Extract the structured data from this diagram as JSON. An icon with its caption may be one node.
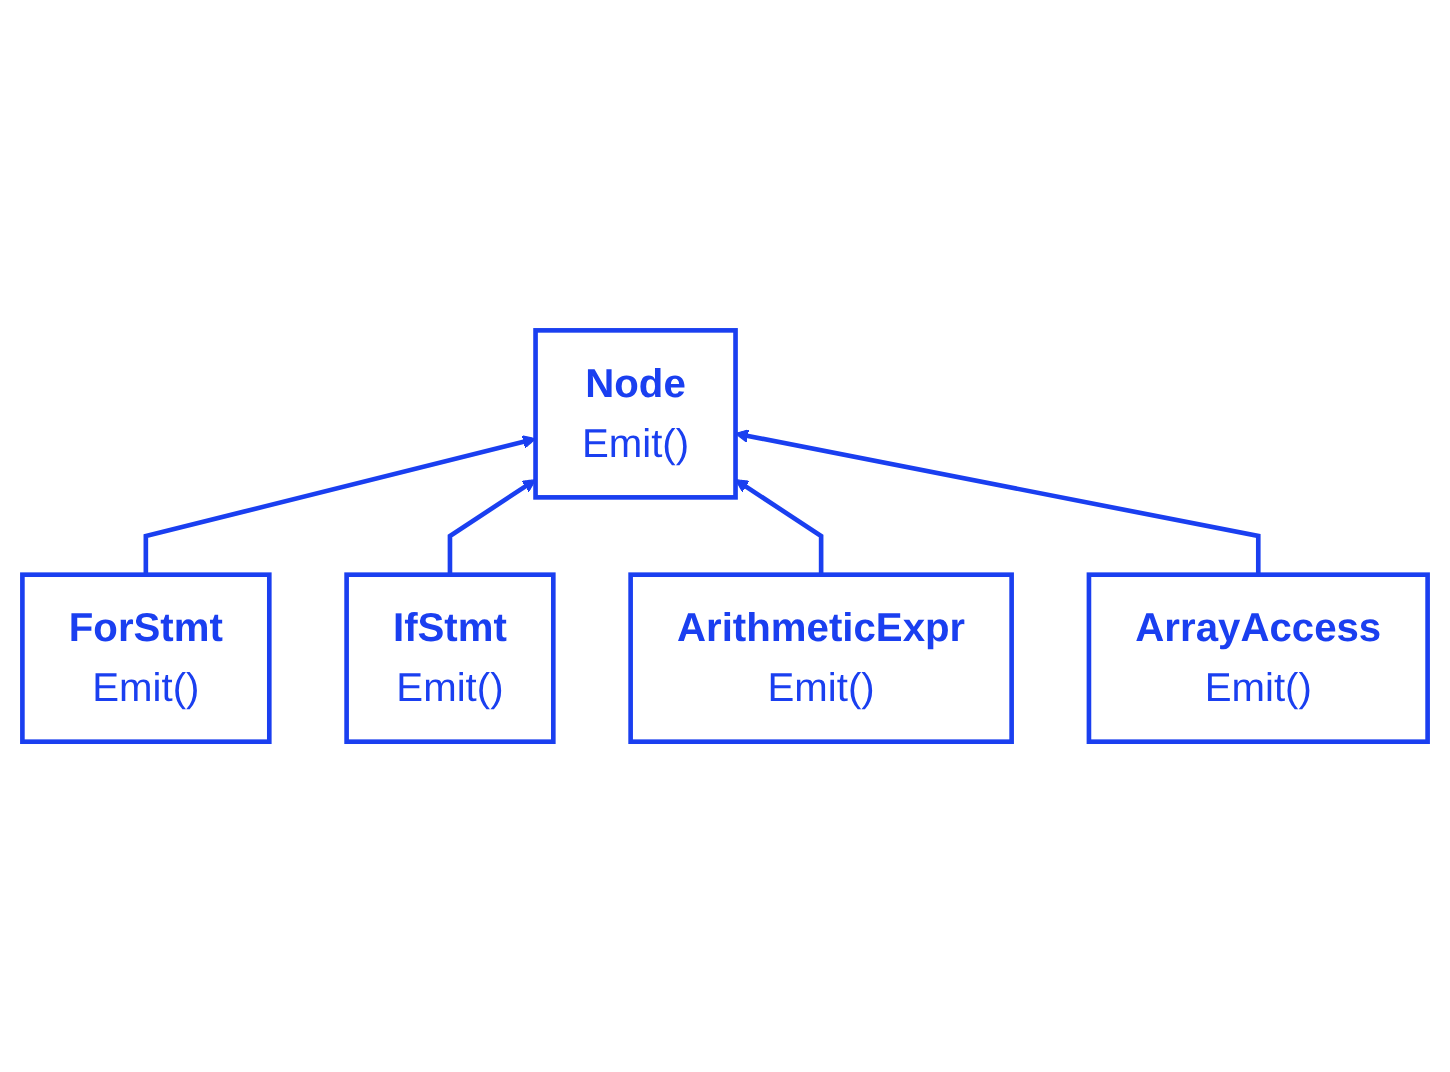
{
  "diagram": {
    "nodes": [
      {
        "text": [
          "Node",
          "Emit()"
        ]
      },
      {
        "text": [
          "ForStmt",
          "Emit()"
        ]
      },
      {
        "text": [
          "IfStmt",
          "Emit()"
        ]
      },
      {
        "text": [
          "ArithmeticExpr",
          "Emit()"
        ]
      },
      {
        "text": [
          "ArrayAccess",
          "Emit()"
        ]
      }
    ],
    "edges": [
      {
        "from": 1,
        "to": 0,
        "arrow": "to"
      },
      {
        "from": 2,
        "to": 0,
        "arrow": "to"
      },
      {
        "from": 3,
        "to": 0,
        "arrow": "to"
      },
      {
        "from": 4,
        "to": 0,
        "arrow": "to"
      }
    ]
  }
}
